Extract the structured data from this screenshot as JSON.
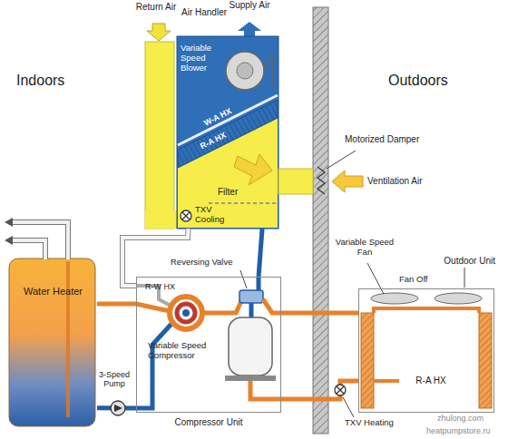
{
  "diagram": {
    "nodes": [
      {
        "text": [
          "Air Handler"
        ]
      },
      {
        "text": [
          "Water Heater"
        ]
      },
      {
        "text": [
          "Compressor Unit"
        ]
      },
      {
        "text": [
          "Outdoor Unit"
        ]
      }
    ],
    "edges": [
      {
        "from": 2,
        "to": 1,
        "arrow": "none"
      },
      {
        "from": 1,
        "to": 2,
        "arrow": "none"
      },
      {
        "from": 2,
        "to": 0,
        "arrow": "none"
      },
      {
        "from": 0,
        "to": 2,
        "arrow": "none"
      },
      {
        "from": 2,
        "to": 3,
        "arrow": "none"
      },
      {
        "from": 3,
        "to": 2,
        "arrow": "none"
      }
    ],
    "labels": [
      "Return Air",
      "Supply Air",
      "Indoors",
      "Outdoors",
      "Variable Speed Blower",
      "W-A HX",
      "R-A HX",
      "Filter",
      "TXV Cooling",
      "Motorized Damper",
      "Ventilation Air",
      "Reversing Valve",
      "R-W HX",
      "3-Speed Pump",
      "Variable Speed Compressor",
      "Variable Speed Fan",
      "Fan Off",
      "R-A HX",
      "TXV Heating",
      "zhulong.com",
      "heatpumpstore.ru"
    ]
  }
}
